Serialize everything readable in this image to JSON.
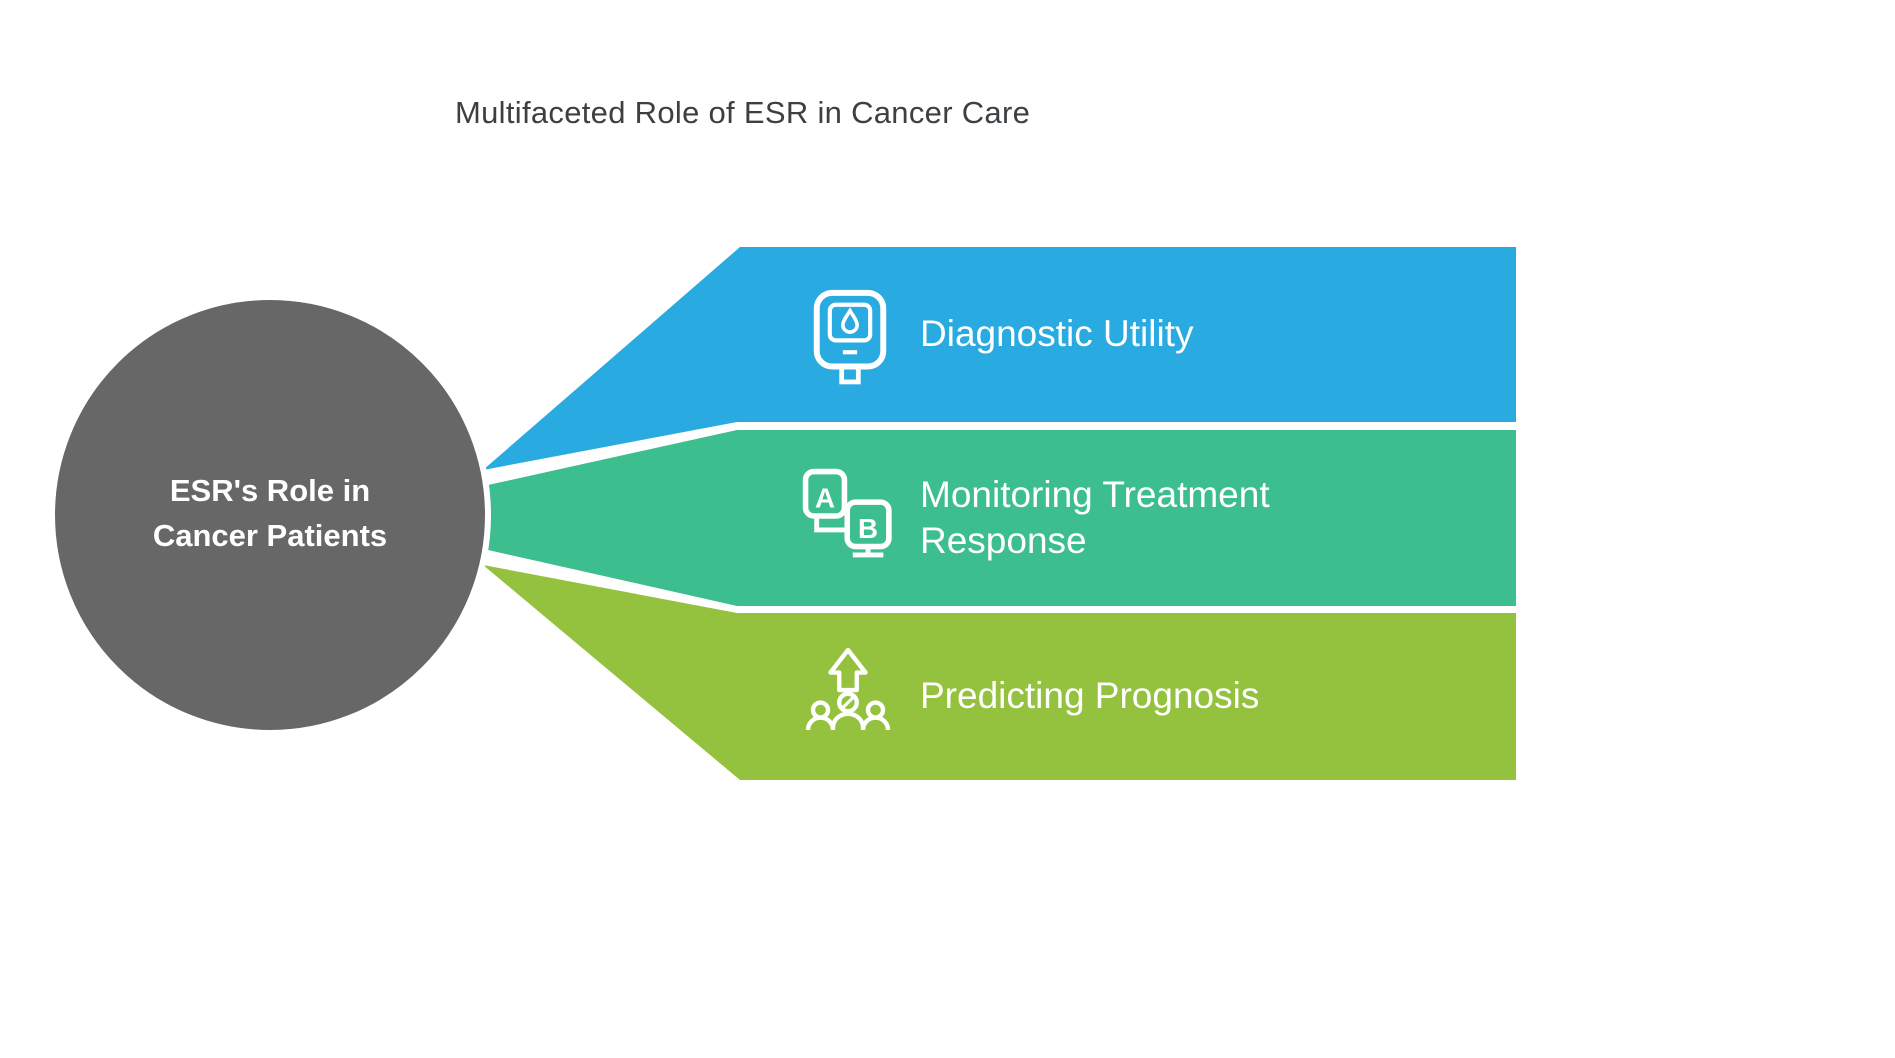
{
  "title": "Multifaceted Role of ESR in Cancer Care",
  "center": {
    "label": "ESR's Role in Cancer Patients",
    "color": "#676767",
    "text_color": "#ffffff"
  },
  "banners": [
    {
      "label": "Diagnostic Utility",
      "color": "#29abe2",
      "icon": "blood-drop-meter-icon"
    },
    {
      "label": "Monitoring Treatment Response",
      "color": "#3cbe8e",
      "icon": "ab-comparison-icon"
    },
    {
      "label": "Predicting Prognosis",
      "color": "#94c23e",
      "icon": "growth-arrow-people-icon"
    }
  ],
  "icon_letters": {
    "a": "A",
    "b": "B"
  },
  "colors": {
    "background": "#ffffff",
    "title_text": "#3d4043",
    "banner_text": "#ffffff"
  }
}
